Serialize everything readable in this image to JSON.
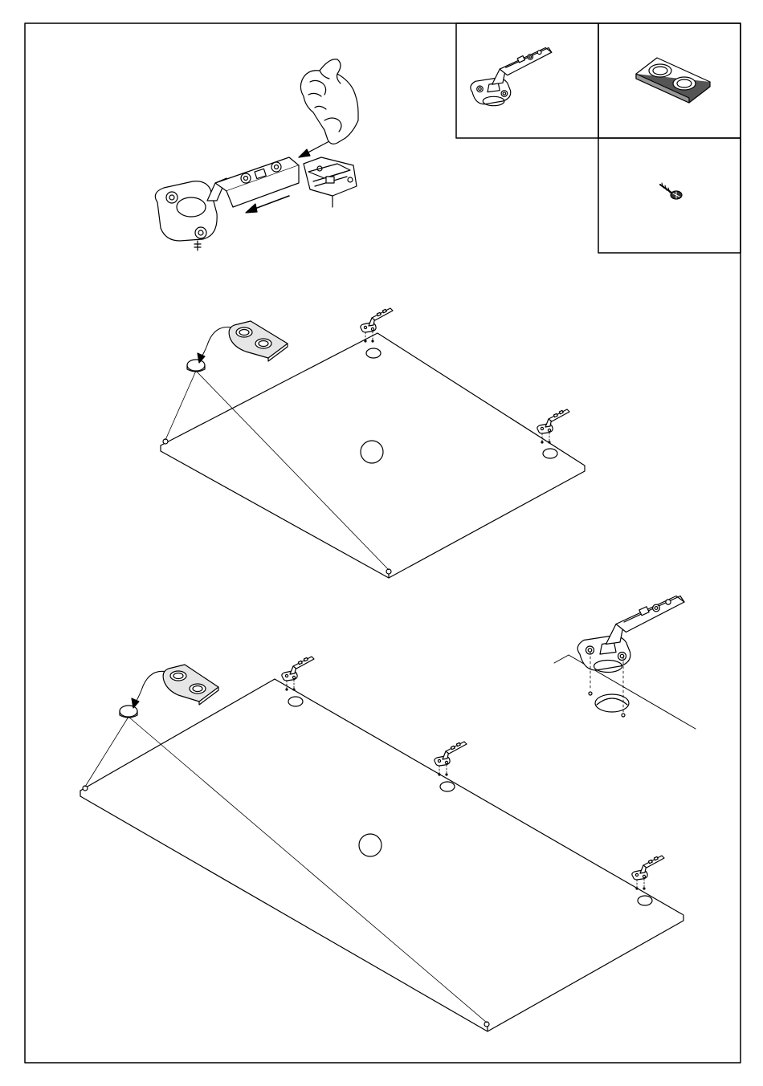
{
  "page": {
    "kind": "assembly-instruction-sheet",
    "panels": [
      {
        "id": "hinge-detail",
        "icon": "hinge-icon"
      },
      {
        "id": "bumper-pad-detail",
        "icon": "bumper-pad-icon"
      },
      {
        "id": "screw-detail",
        "icon": "screw-icon"
      }
    ],
    "steps": [
      {
        "id": "step-hinge-clip",
        "icon": "hand-icon"
      },
      {
        "id": "step-small-door",
        "hinge_count": 2,
        "bumper_count": 2
      },
      {
        "id": "step-large-door",
        "hinge_count": 3,
        "bumper_count": 2
      }
    ],
    "colors": {
      "line": "#000000",
      "paper": "#ffffff",
      "pad": "#e6e6e6"
    }
  }
}
